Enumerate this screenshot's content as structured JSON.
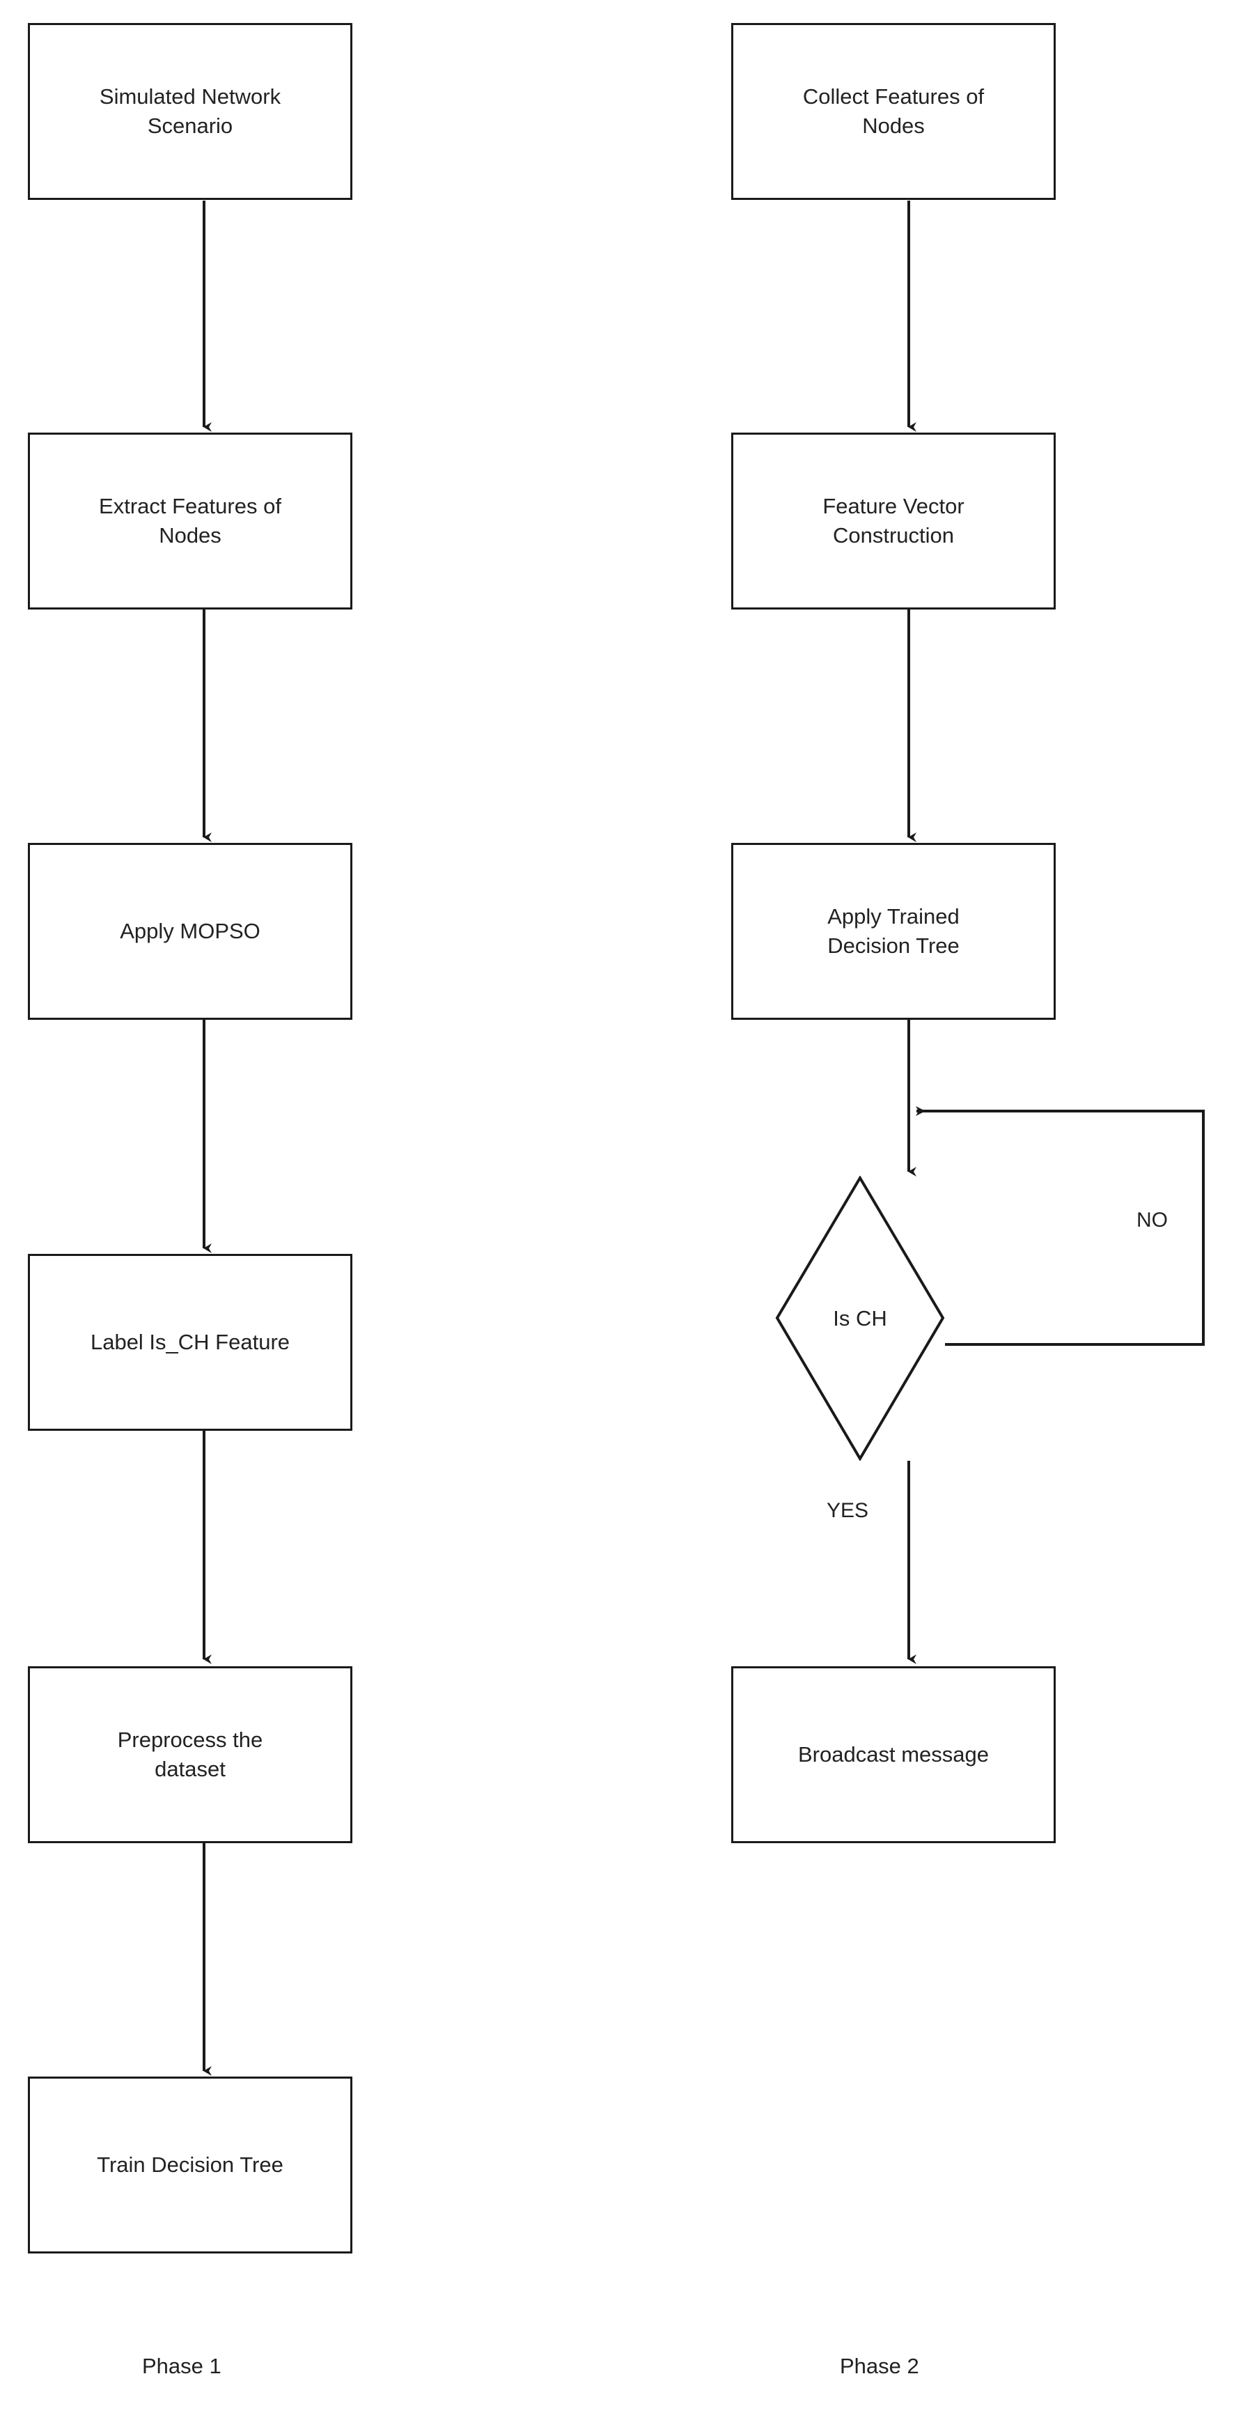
{
  "diagram": {
    "type": "flowchart",
    "orientation": "two-column vertical flow",
    "background_color": "#ffffff",
    "stroke_color": "#1a1a1a",
    "text_color": "#222222"
  },
  "phase1": {
    "label": "Phase 1",
    "nodes": [
      {
        "id": "p1n1",
        "shape": "process",
        "text": "Simulated Network\nScenario"
      },
      {
        "id": "p1n2",
        "shape": "process",
        "text": "Extract Features of\nNodes"
      },
      {
        "id": "p1n3",
        "shape": "process",
        "text": "Apply MOPSO"
      },
      {
        "id": "p1n4",
        "shape": "process",
        "text": "Label Is_CH Feature"
      },
      {
        "id": "p1n5",
        "shape": "process",
        "text": "Preprocess the\ndataset"
      },
      {
        "id": "p1n6",
        "shape": "process",
        "text": "Train Decision Tree"
      }
    ],
    "edges": [
      {
        "from": "p1n1",
        "to": "p1n2",
        "label": ""
      },
      {
        "from": "p1n2",
        "to": "p1n3",
        "label": ""
      },
      {
        "from": "p1n3",
        "to": "p1n4",
        "label": ""
      },
      {
        "from": "p1n4",
        "to": "p1n5",
        "label": ""
      },
      {
        "from": "p1n5",
        "to": "p1n6",
        "label": ""
      }
    ]
  },
  "phase2": {
    "label": "Phase 2",
    "nodes": [
      {
        "id": "p2n1",
        "shape": "process",
        "text": "Collect Features of\nNodes"
      },
      {
        "id": "p2n2",
        "shape": "process",
        "text": "Feature Vector\nConstruction"
      },
      {
        "id": "p2n3",
        "shape": "process",
        "text": "Apply Trained\nDecision Tree"
      },
      {
        "id": "p2d1",
        "shape": "decision",
        "text": "Is CH"
      },
      {
        "id": "p2n4",
        "shape": "process",
        "text": "Broadcast message"
      }
    ],
    "edges": [
      {
        "from": "p2n1",
        "to": "p2n2",
        "label": ""
      },
      {
        "from": "p2n2",
        "to": "p2n3",
        "label": ""
      },
      {
        "from": "p2n3",
        "to": "p2d1",
        "label": ""
      },
      {
        "from": "p2d1",
        "to": "p2n4",
        "label": "YES"
      },
      {
        "from": "p2d1",
        "to": "p2d1",
        "label": "NO"
      }
    ],
    "branch_labels": {
      "yes": "YES",
      "no": "NO"
    }
  }
}
